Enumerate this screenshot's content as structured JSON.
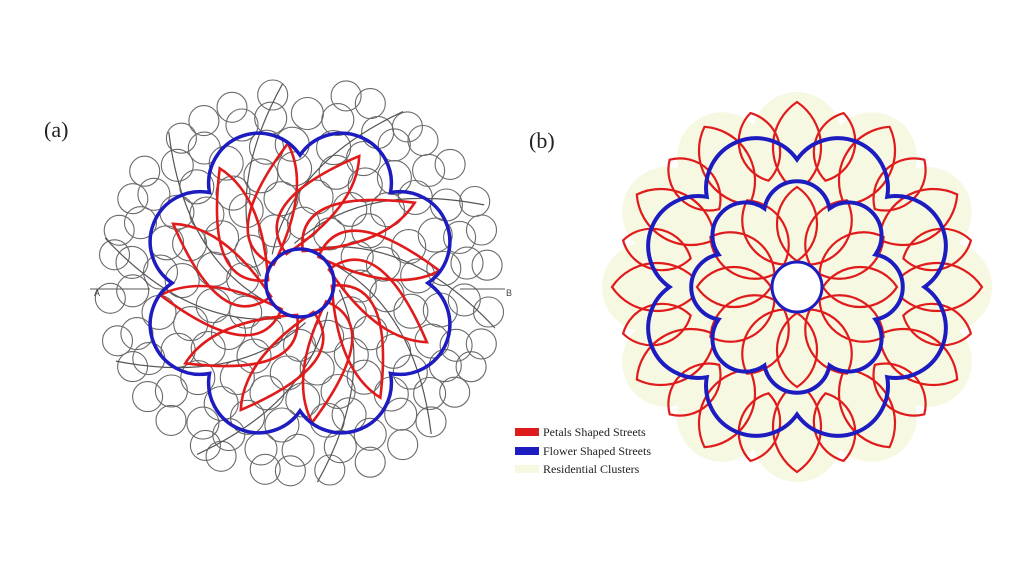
{
  "panel_a": {
    "label": "(a)",
    "left_marker": "A",
    "right_marker": "B"
  },
  "panel_b": {
    "label": "(b)"
  },
  "legend": [
    {
      "label": "Petals Shaped Streets",
      "color": "#e01b1b"
    },
    {
      "label": "Flower Shaped Streets",
      "color": "#1c1cc0"
    },
    {
      "label": "Residential Clusters",
      "color": "#f6f8e2"
    }
  ],
  "colors": {
    "petal": "#e01b1b",
    "flower": "#1c1cc0",
    "cluster_fill": "#f6f8e2",
    "sketch": "#6a6a6a"
  }
}
